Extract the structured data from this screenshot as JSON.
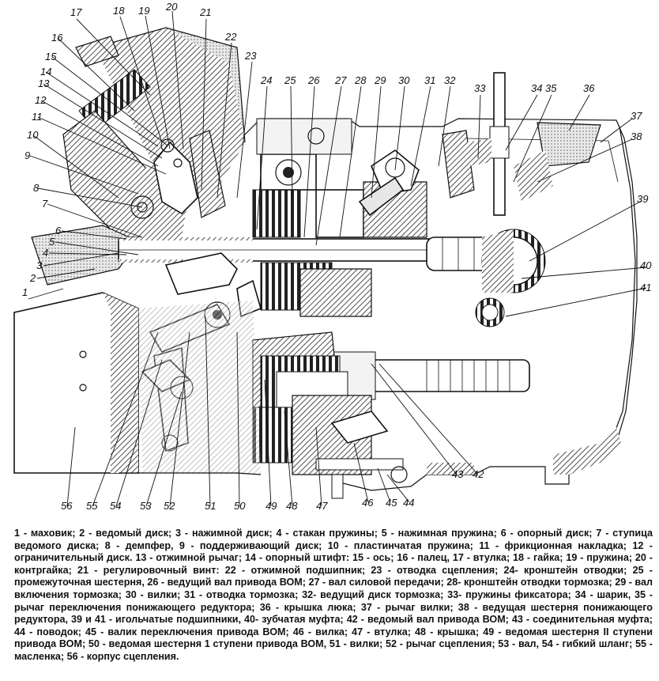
{
  "callouts": [
    "1",
    "2",
    "3",
    "4",
    "5",
    "6",
    "7",
    "8",
    "9",
    "10",
    "11",
    "12",
    "13",
    "14",
    "15",
    "16",
    "17",
    "18",
    "19",
    "20",
    "21",
    "22",
    "23",
    "24",
    "25",
    "26",
    "27",
    "28",
    "29",
    "30",
    "31",
    "32",
    "33",
    "34",
    "35",
    "36",
    "37",
    "38",
    "39",
    "40",
    "41",
    "42",
    "43",
    "44",
    "45",
    "46",
    "47",
    "48",
    "49",
    "50",
    "51",
    "52",
    "53",
    "54",
    "55",
    "56"
  ],
  "caption": "1 - маховик; 2 - ведомый диск; 3 - нажимной диск; 4 - стакан пружины; 5 - нажимная пружина; 6 - опорный диск; 7 - ступица ведомого диска; 8 - демпфер, 9 - поддерживающий диск; 10 - пластинчатая пружина; 11 - фрикционная накладка; 12 - ограничительный диск. 13 - отжимной рычаг; 14 - опорный штифт: 15 - ось; 16 - палец, 17 - втулка; 18 - гайка; 19 - пружина; 20 - контргайка; 21 - регулировочный винт: 22 - отжимной подшипник; 23 - отводка сцепления; 24- кронштейн отводки; 25 - промежуточная шестерня, 26 - ведущий вал привода ВОМ; 27 - вал силовой передачи; 28- кронштейн отводки тормозка; 29 - вал включения тормозка; 30 - вилки; 31 - отводка тормозка; 32- ведущий диск тормозка; 33- пружины фиксатора; 34 - шарик, 35 - рычаг переключения понижающего редуктора; 36 - крышка люка; 37 - рычаг вилки; 38 - ведущая шестерня понижающего редуктора, 39 и 41 - игольчатые подшипники, 40- зубчатая муфта; 42 - ведомый вал привода ВОМ; 43 - соединительная муфта; 44 - поводок; 45 - валик переключения привода ВОМ; 46 - вилка; 47 - втулка; 48 - крышка; 49 - ведомая шестерня II ступени привода ВОМ; 50 - ведомая шестерня 1 ступени привода ВОМ, 51 - вилки; 52 - рычаг сцепления; 53 - вал, 54 - гибкий шланг; 55 - масленка; 56 - корпус сцепления."
}
